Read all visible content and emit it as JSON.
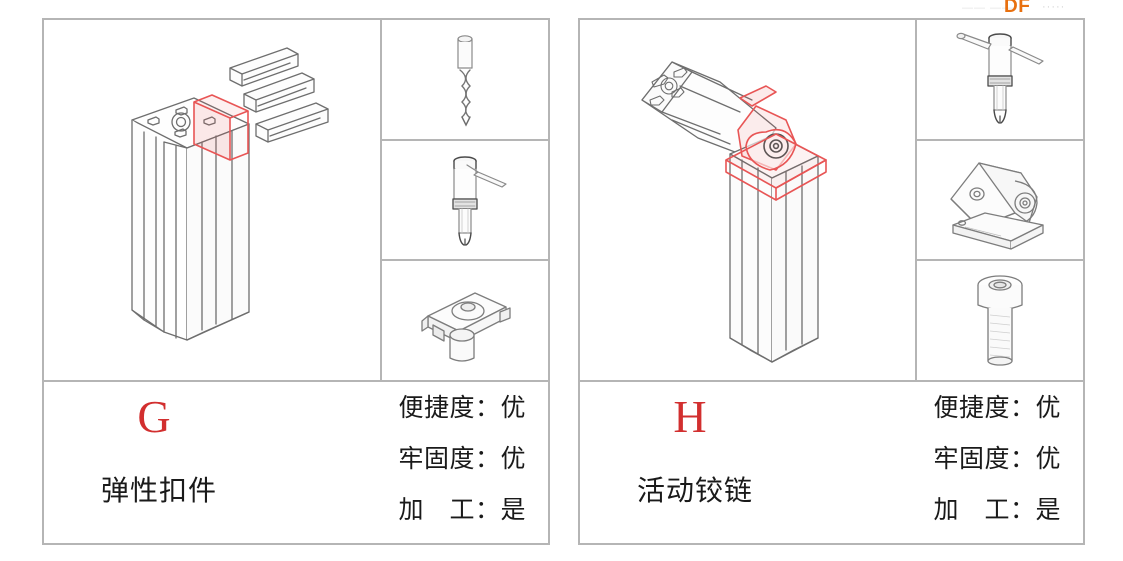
{
  "watermark": {
    "lead": "—— ——",
    "brand": "DF",
    "tail": "·····"
  },
  "panels": [
    {
      "code": "G",
      "code_color": "#d22f2f",
      "name": "弹性扣件",
      "main_figure_name": "aluminum-extrusion-t-joint-with-elastic-clip",
      "specs": [
        {
          "label": "便捷度：优"
        },
        {
          "label": "牢固度：优"
        },
        {
          "label": "加　工：是"
        }
      ],
      "details": [
        {
          "icon": "drill-bit-icon",
          "caption": ""
        },
        {
          "icon": "power-drill-icon",
          "caption": ""
        },
        {
          "icon": "elastic-clip-fastener-icon",
          "caption": ""
        }
      ]
    },
    {
      "code": "H",
      "code_color": "#d22f2f",
      "name": "活动铰链",
      "main_figure_name": "aluminum-extrusion-angled-joint-with-hinge",
      "specs": [
        {
          "label": "便捷度：优"
        },
        {
          "label": "牢固度：优"
        },
        {
          "label": "加　工：是"
        }
      ],
      "details": [
        {
          "icon": "power-drill-icon",
          "caption": ""
        },
        {
          "icon": "pivot-hinge-bracket-icon",
          "caption": ""
        },
        {
          "icon": "socket-head-cap-screw-icon",
          "caption": ""
        }
      ]
    }
  ]
}
